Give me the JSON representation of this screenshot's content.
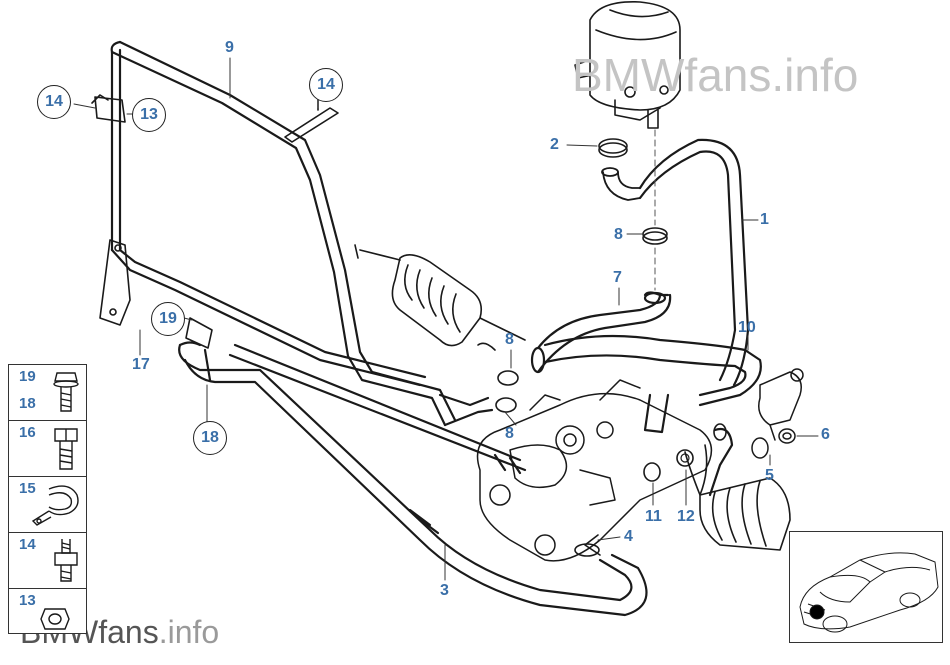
{
  "watermark": {
    "top_text": "BMWfans.info",
    "bottom_brand": "BMWfans",
    "bottom_suffix": ".info"
  },
  "labels": [
    {
      "id": "l9",
      "text": "9",
      "circled": false
    },
    {
      "id": "l14a",
      "text": "14",
      "circled": true
    },
    {
      "id": "l13a",
      "text": "13",
      "circled": true
    },
    {
      "id": "l14b",
      "text": "14",
      "circled": true
    },
    {
      "id": "l2",
      "text": "2",
      "circled": false
    },
    {
      "id": "l1",
      "text": "1",
      "circled": false
    },
    {
      "id": "l8a",
      "text": "8",
      "circled": false
    },
    {
      "id": "l7",
      "text": "7",
      "circled": false
    },
    {
      "id": "l10",
      "text": "10",
      "circled": false
    },
    {
      "id": "l8b",
      "text": "8",
      "circled": false
    },
    {
      "id": "l8c",
      "text": "8",
      "circled": false
    },
    {
      "id": "l19",
      "text": "19",
      "circled": true
    },
    {
      "id": "l17",
      "text": "17",
      "circled": false
    },
    {
      "id": "l18",
      "text": "18",
      "circled": true
    },
    {
      "id": "l6",
      "text": "6",
      "circled": false
    },
    {
      "id": "l5",
      "text": "5",
      "circled": false
    },
    {
      "id": "l11",
      "text": "11",
      "circled": false
    },
    {
      "id": "l12",
      "text": "12",
      "circled": false
    },
    {
      "id": "l4",
      "text": "4",
      "circled": false
    },
    {
      "id": "l3",
      "text": "3",
      "circled": false
    }
  ],
  "legend": [
    {
      "id": "c1",
      "numbers": [
        "19",
        "18"
      ],
      "icon": "bolt-with-washer-icon"
    },
    {
      "id": "c2",
      "numbers": [
        "16"
      ],
      "icon": "hex-bolt-icon"
    },
    {
      "id": "c3",
      "numbers": [
        "15"
      ],
      "icon": "hose-clamp-icon"
    },
    {
      "id": "c4",
      "numbers": [
        "14"
      ],
      "icon": "stud-bolt-icon"
    },
    {
      "id": "c5",
      "numbers": [
        "13"
      ],
      "icon": "hex-nut-icon"
    }
  ],
  "thumbnail": {
    "icon": "car-location-icon"
  }
}
